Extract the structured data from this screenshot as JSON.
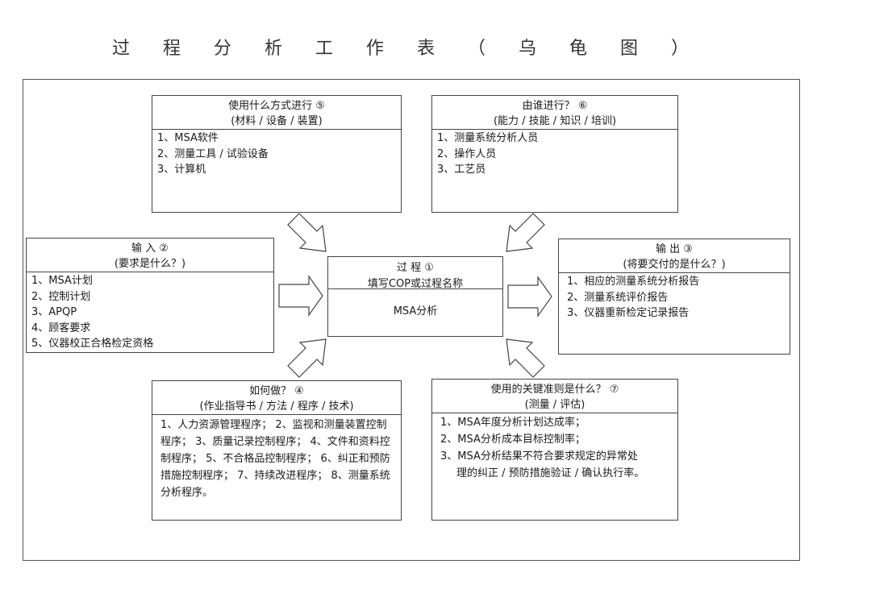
{
  "title": "过 程 分 析 工 作 表 （ 乌 龟 图 ）",
  "what_method": {
    "heading": "使用什么方式进行 ⑤",
    "subheading": "(材料 / 设备 / 装置)",
    "items": [
      "1、MSA软件",
      "2、测量工具 / 试验设备",
      "3、计算机"
    ]
  },
  "who": {
    "heading": "由谁进行？ ⑥",
    "subheading": "(能力 / 技能 / 知识 / 培训)",
    "items": [
      "1、测量系统分析人员",
      "2、操作人员",
      "3、工艺员"
    ]
  },
  "input": {
    "heading": "输 入 ②",
    "subheading": "(要求是什么？)",
    "items": [
      "1、MSA计划",
      "2、控制计划",
      "3、APQP",
      "4、顾客要求",
      "5、仪器校正合格检定资格"
    ]
  },
  "process": {
    "heading": "过 程 ①",
    "subheading": "填写COP或过程名称",
    "name": "MSA分析"
  },
  "output": {
    "heading": "输 出 ③",
    "subheading": "(将要交付的是什么？)",
    "items": [
      "1、相应的测量系统分析报告",
      "2、测量系统评价报告",
      "3、仪器重新检定记录报告"
    ]
  },
  "how": {
    "heading": "如何做？ ④",
    "subheading": "(作业指导书 / 方法 / 程序 / 技术)",
    "text": "1、人力资源管理程序； 2、监视和测量装置控制程序； 3、质量记录控制程序； 4、文件和资料控制程序； 5、不合格品控制程序； 6、纠正和预防措施控制程序； 7、持续改进程序； 8、测量系统分析程序。"
  },
  "criteria": {
    "heading": "使用的关键准则是什么？ ⑦",
    "subheading": "(测量 / 评估)",
    "items": [
      "1、MSA年度分析计划达成率；",
      "2、MSA分析成本目标控制率；",
      "3、MSA分析结果不符合要求规定的异常处",
      "理的纠正 / 预防措施验证 / 确认执行率。"
    ]
  },
  "colors": {
    "line": "#444444",
    "text": "#1a1a1a",
    "background": "#ffffff"
  }
}
